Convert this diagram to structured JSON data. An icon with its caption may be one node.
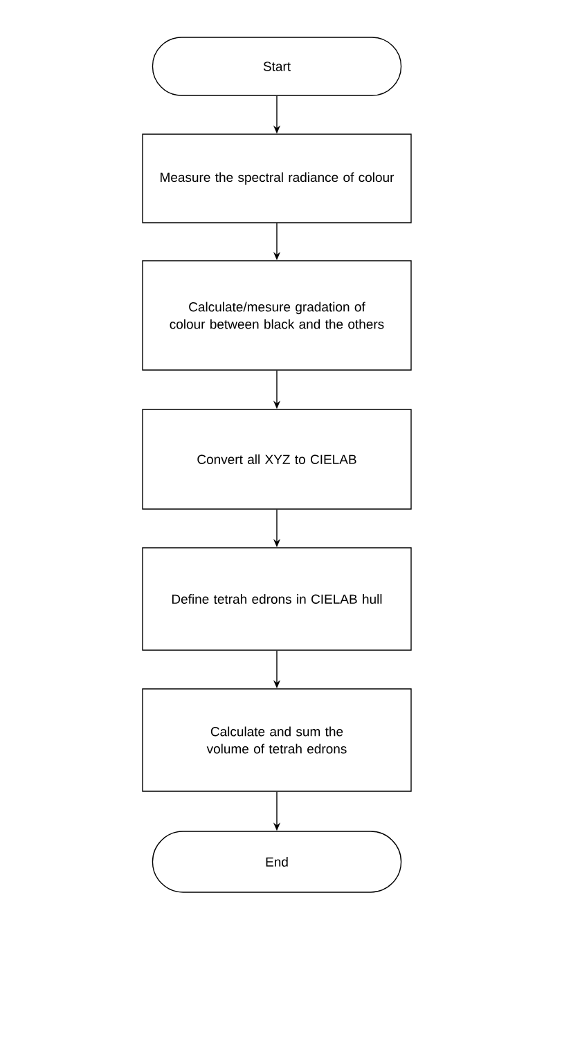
{
  "diagram": {
    "nodes": [
      {
        "text": [
          "Start"
        ]
      },
      {
        "text": [
          "Measure the spectral radiance of colour"
        ]
      },
      {
        "text": [
          "Calculate/mesure gradation of colour between black and the others"
        ]
      },
      {
        "text": [
          "Convert all XYZ to CIELAB"
        ]
      },
      {
        "text": [
          "Define tetrah edrons in CIELAB hull"
        ]
      },
      {
        "text": [
          "Calculate and sum the volume of tetrah edrons"
        ]
      },
      {
        "text": [
          "End"
        ]
      }
    ],
    "edges": [
      {
        "from": 0,
        "to": 1,
        "arrow": "to"
      },
      {
        "from": 1,
        "to": 2,
        "arrow": "to"
      },
      {
        "from": 2,
        "to": 3,
        "arrow": "to"
      },
      {
        "from": 3,
        "to": 4,
        "arrow": "to"
      },
      {
        "from": 4,
        "to": 5,
        "arrow": "to"
      },
      {
        "from": 5,
        "to": 6,
        "arrow": "to"
      }
    ]
  }
}
